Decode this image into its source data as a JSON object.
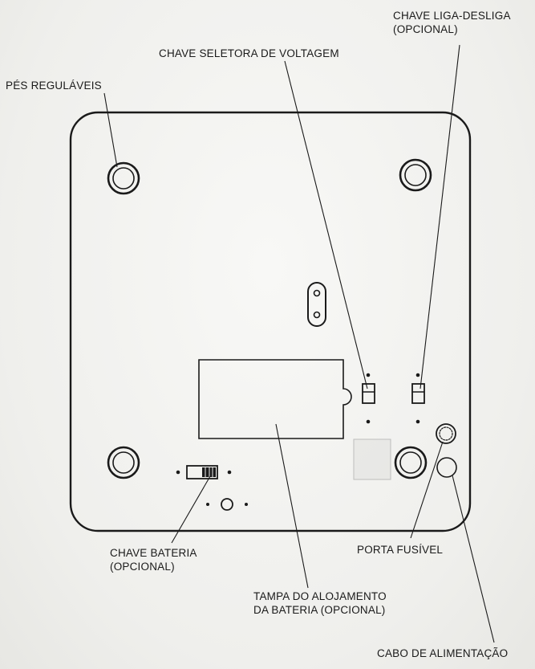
{
  "labels": {
    "power_switch": {
      "line1": "CHAVE LIGA-DESLIGA",
      "line2": "(OPCIONAL)"
    },
    "voltage_selector": "CHAVE SELETORA DE VOLTAGEM",
    "adjustable_feet": "PÉS REGULÁVEIS",
    "battery_switch": {
      "line1": "CHAVE BATERIA",
      "line2": "(OPCIONAL)"
    },
    "fuse_holder": "PORTA FUSÍVEL",
    "battery_cover": {
      "line1": "TAMPA DO ALOJAMENTO",
      "line2": "DA BATERIA (OPCIONAL)"
    },
    "power_cable": "CABO DE ALIMENTAÇÃO"
  }
}
